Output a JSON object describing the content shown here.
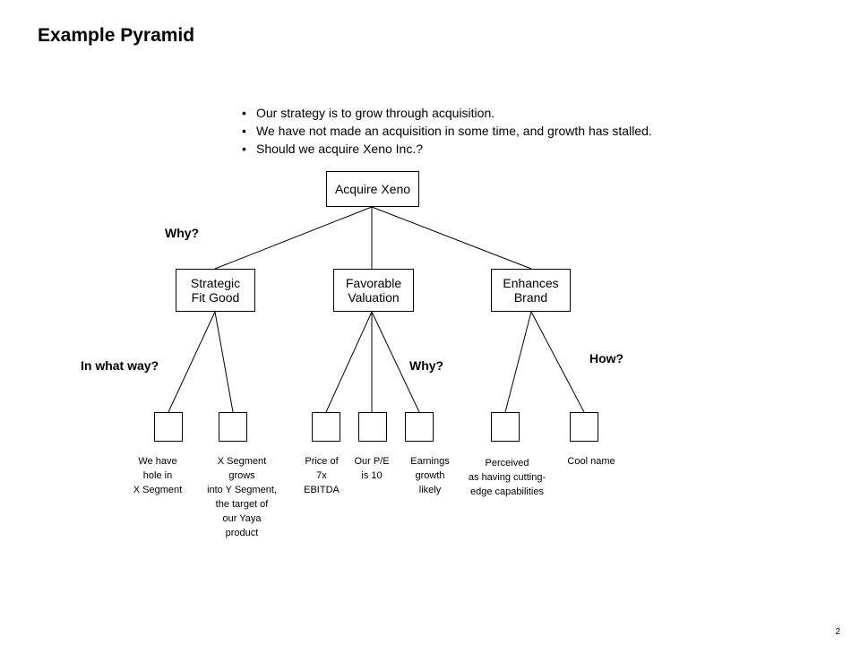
{
  "title": "Example Pyramid",
  "bullets": [
    "Our strategy is to grow through acquisition.",
    "We have not made an acquisition in some time, and growth has stalled.",
    "Should we acquire Xeno Inc.?"
  ],
  "root": {
    "label": "Acquire Xeno"
  },
  "branches": [
    {
      "label": "Strategic\nFit Good",
      "question": "In what way?",
      "leaves": [
        "We have\nhole in\nX Segment",
        "X Segment\ngrows\ninto Y Segment,\nthe target of\nour Yaya\nproduct"
      ]
    },
    {
      "label": "Favorable\nValuation",
      "question": "Why?",
      "leaves": [
        "Price of\n7x\nEBITDA",
        "Our P/E\nis 10",
        "Earnings\ngrowth\nlikely"
      ]
    },
    {
      "label": "Enhances\nBrand",
      "question": "How?",
      "leaves": [
        "Perceived\nas having cutting-\nedge capabilities",
        "Cool name"
      ]
    }
  ],
  "root_question": "Why?",
  "page_number": "2"
}
